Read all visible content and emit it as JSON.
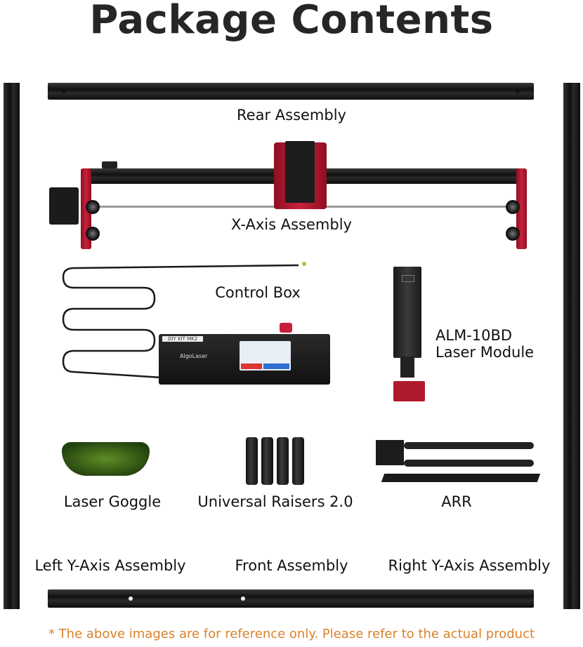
{
  "title": "Package Contents",
  "items": {
    "rear_assembly": "Rear Assembly",
    "x_axis_assembly": "X-Axis Assembly",
    "control_box": "Control Box",
    "laser_module_line1": "ALM-10BD",
    "laser_module_line2": "Laser Module",
    "laser_goggle": "Laser Goggle",
    "universal_raisers": "Universal Raisers 2.0",
    "arr": "ARR",
    "left_y_axis": "Left Y-Axis Assembly",
    "front_assembly": "Front Assembly",
    "right_y_axis": "Right Y-Axis Assembly"
  },
  "product_markings": {
    "kit_label": "DIY KIT MK2",
    "brand": "AlgoLaser"
  },
  "footer": "* The above images are for reference only. Please refer to the actual product",
  "colors": {
    "accent_red": "#c8203a",
    "footer_orange": "#d9822b",
    "title": "#262626"
  }
}
